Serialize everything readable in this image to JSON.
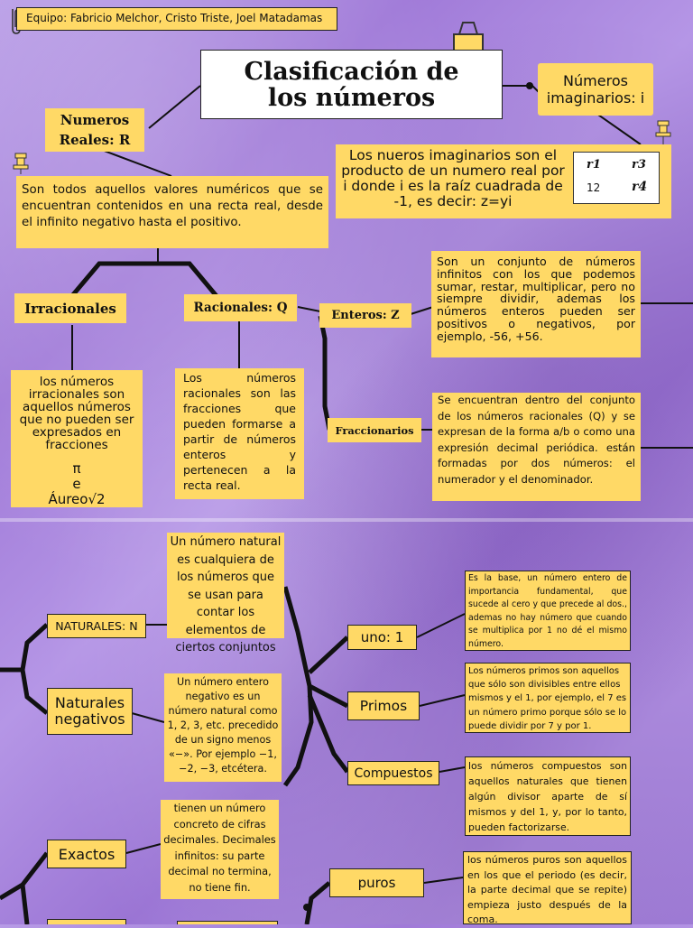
{
  "team": "Equipo: Fabricio Melchor, Cristo Triste, Joel Matadamas",
  "title_line1": "Clasificación de",
  "title_line2": "los números",
  "reales": {
    "label_line1": "Numeros",
    "label_line2": "Reales: R",
    "desc": "Son todos aquellos valores numéricos que se encuentran contenidos en una recta real, desde el infinito negativo hasta el positivo."
  },
  "imaginarios": {
    "label_line1": "Números",
    "label_line2": "imaginarios: i",
    "desc": "Los nueros imaginarios son el producto de un numero real por i donde i es la raíz cuadrada de -1, es decir: z=yi",
    "powers": {
      "p1": "r1",
      "p3": "r3",
      "p12": "12",
      "p4": "r4"
    }
  },
  "irracionales": {
    "label": "Irracionales",
    "desc": "los números irracionales son aquellos números que no pueden ser expresados en fracciones",
    "ex1": "π",
    "ex2": "e",
    "ex3": "Áureo√2"
  },
  "racionales": {
    "label": "Racionales: Q",
    "desc": "Los números racionales son las fracciones que pueden formarse a partir de números enteros y pertenecen a la recta real."
  },
  "enteros": {
    "label": "Enteros: Z",
    "desc": "Son un conjunto de números infinitos con los que podemos sumar, restar, multiplicar, pero no siempre dividir, ademas los números enteros pueden ser positivos o negativos, por ejemplo, -56, +56."
  },
  "fraccionarios": {
    "label": "Fraccionarios",
    "desc": "Se encuentran dentro del conjunto de los números racionales (Q) y se expresan de la forma a/b o como una expresión decimal periódica. están formadas por dos números: el numerador y el denominador."
  },
  "naturales": {
    "label": "NATURALES: N",
    "desc": "Un número natural es cualquiera de los números que se usan para contar los elementos de ciertos conjuntos"
  },
  "negativos": {
    "label_line1": "Naturales",
    "label_line2": "negativos",
    "desc": "Un número entero negativo es un número natural como 1, 2, 3, etc. precedido de un signo menos «−». Por ejemplo −1, −2, −3, etcétera."
  },
  "uno": {
    "label": "uno: 1",
    "desc": "Es la base, un número entero de importancia fundamental, que sucede al cero y que precede al dos., ademas no hay número que cuando se multiplica por 1 no dé el mismo número."
  },
  "primos": {
    "label": "Primos",
    "desc": "Los números primos son aquellos que sólo son divisibles entre ellos mismos y el 1, por ejemplo, el 7 es un número primo porque sólo se lo puede dividir por 7 y por 1."
  },
  "compuestos": {
    "label": "Compuestos",
    "desc": "los números compuestos son aquellos naturales que tienen algún divisor aparte de sí mismos y del 1, y, por lo tanto, pueden factorizarse."
  },
  "exactos": {
    "label": "Exactos",
    "desc": "tienen un número concreto de cifras decimales. Decimales infinitos: su parte decimal no termina, no tiene fin."
  },
  "puros": {
    "label": "puros",
    "desc": "los números puros son aquellos en los que el periodo (es decir, la parte decimal que se repite) empieza justo después de la coma."
  }
}
